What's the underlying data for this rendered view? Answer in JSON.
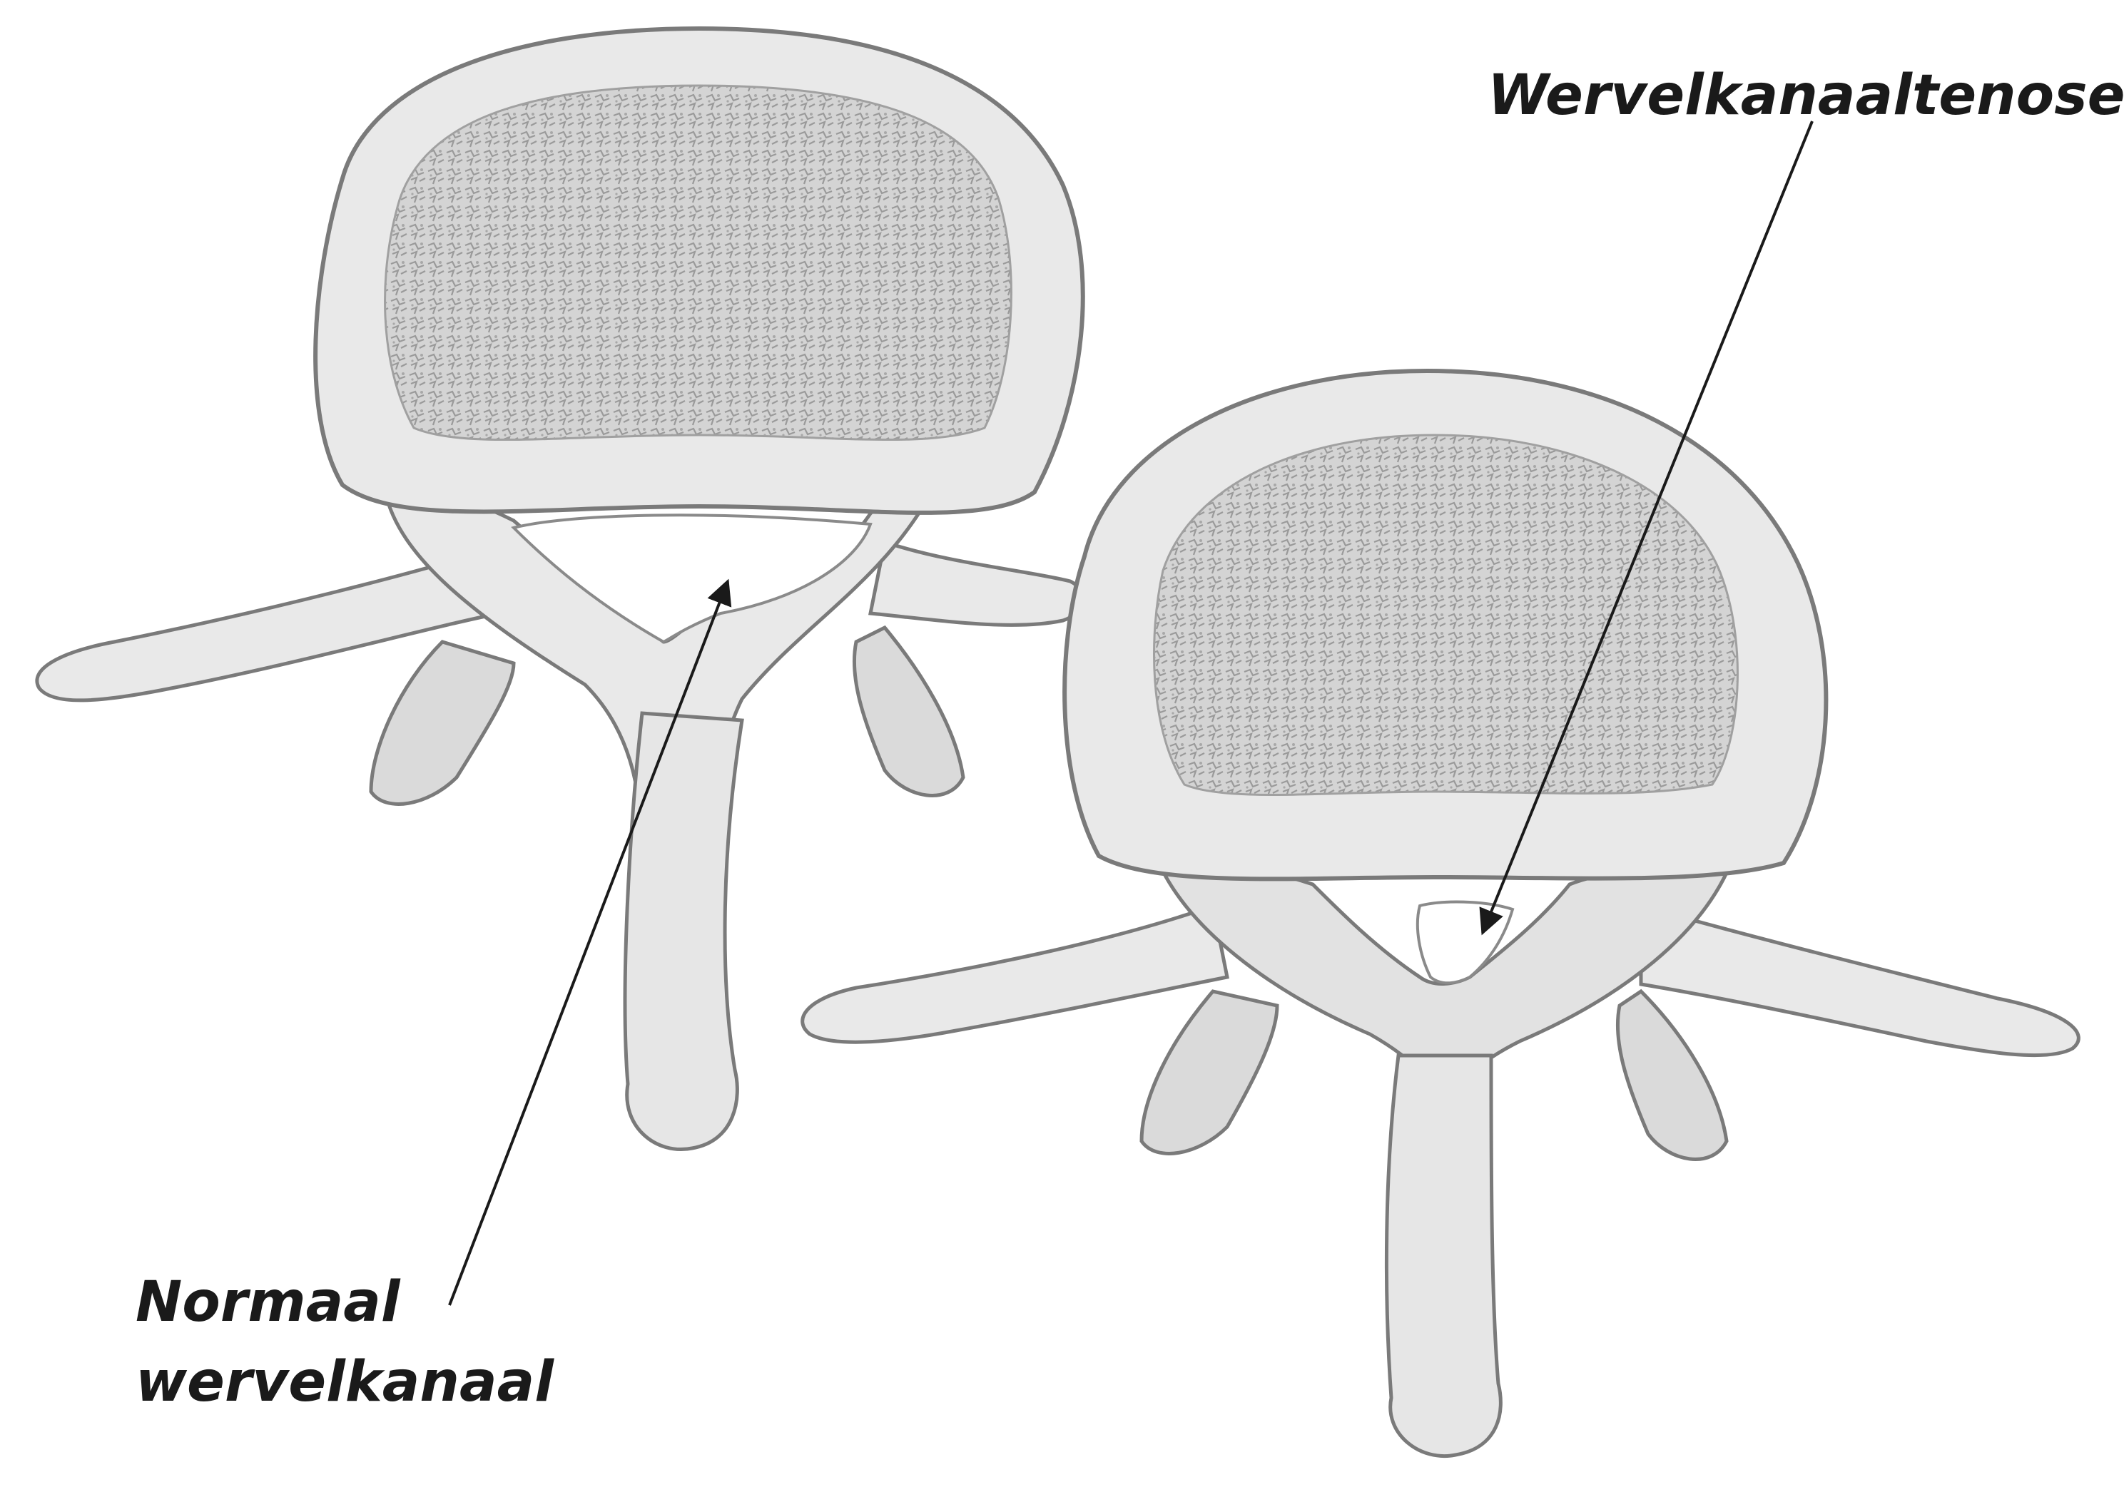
{
  "labels": {
    "stenosis": "Wervelkanaaltenose",
    "normal_line1": "Normaal",
    "normal_line2": "wervelkanaal"
  },
  "colors": {
    "bone_fill": "#e9e9e9",
    "bone_stroke": "#7a7a7a",
    "cancellous": "#b8b8b8",
    "canal": "#ffffff",
    "arrow": "#1a1a1a",
    "text": "#1a1a1a"
  }
}
